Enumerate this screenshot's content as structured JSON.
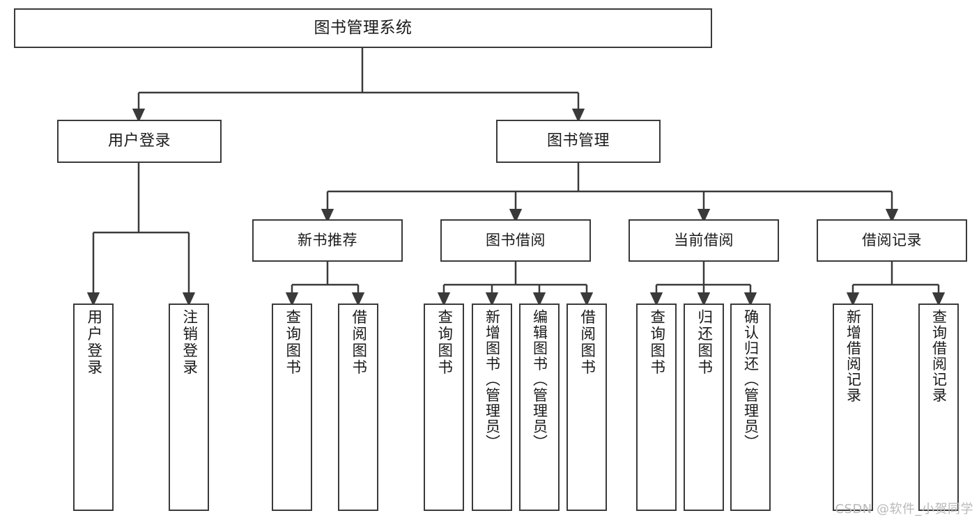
{
  "diagram": {
    "title": "图书管理系统",
    "type": "hierarchy-tree",
    "watermark": "CSDN @软件_小贺同学",
    "colors": {
      "box_border": "#3a3a3a",
      "box_fill": "#ffffff",
      "edge": "#3a3a3a",
      "text": "#1a1a1a",
      "watermark": "#b9b9b9"
    },
    "root": {
      "label": "图书管理系统"
    },
    "level1": [
      {
        "label": "用户登录"
      },
      {
        "label": "图书管理"
      }
    ],
    "level2": [
      {
        "label": "新书推荐"
      },
      {
        "label": "图书借阅"
      },
      {
        "label": "当前借阅"
      },
      {
        "label": "借阅记录"
      }
    ],
    "leaves": {
      "user_login": [
        {
          "label": "用户登录"
        },
        {
          "label": "注销登录"
        }
      ],
      "new_book": [
        {
          "label": "查询图书"
        },
        {
          "label": "借阅图书"
        }
      ],
      "borrow_book": [
        {
          "label": "查询图书"
        },
        {
          "label": "新增图书（管理员）"
        },
        {
          "label": "编辑图书（管理员）"
        },
        {
          "label": "借阅图书"
        }
      ],
      "current_borrow": [
        {
          "label": "查询图书"
        },
        {
          "label": "归还图书"
        },
        {
          "label": "确认归还（管理员）"
        }
      ],
      "borrow_record": [
        {
          "label": "新增借阅记录"
        },
        {
          "label": "查询借阅记录"
        }
      ]
    }
  }
}
